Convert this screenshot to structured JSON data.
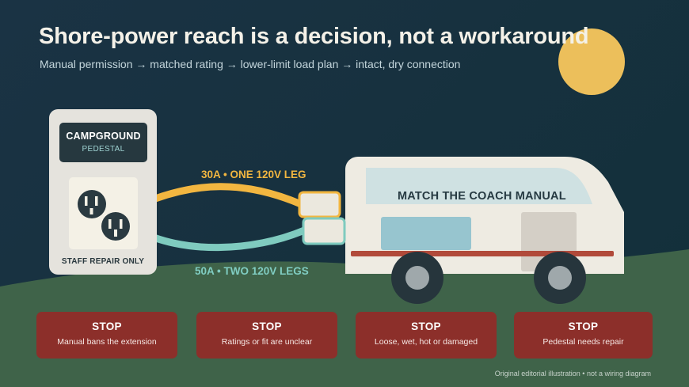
{
  "header": {
    "title": "Shore-power reach is a decision, not a workaround",
    "subtitle": "Manual permission → matched rating → lower-limit load plan → intact, dry connection"
  },
  "pedestal": {
    "label_title": "CAMPGROUND",
    "label_sub": "PEDESTAL",
    "note": "STAFF REPAIR ONLY"
  },
  "cords": {
    "cord_30": "30A • ONE 120V LEG",
    "cord_50": "50A • TWO 120V LEGS"
  },
  "coach": {
    "label": "MATCH THE COACH MANUAL"
  },
  "stops": [
    {
      "head": "STOP",
      "text": "Manual bans the extension"
    },
    {
      "head": "STOP",
      "text": "Ratings or fit are unclear"
    },
    {
      "head": "STOP",
      "text": "Loose, wet, hot or damaged"
    },
    {
      "head": "STOP",
      "text": "Pedestal needs repair"
    }
  ],
  "footnote": "Original editorial illustration • not a wiring diagram",
  "colors": {
    "sky": "#17313f",
    "ground": "#3f6349",
    "sun": "#ecbf5b",
    "cord_30": "#f2b640",
    "cord_50": "#7fcbbf",
    "stop_card": "#8c2f2a",
    "coach_body": "#eeebe2",
    "coach_stripe": "#b14a3a"
  }
}
